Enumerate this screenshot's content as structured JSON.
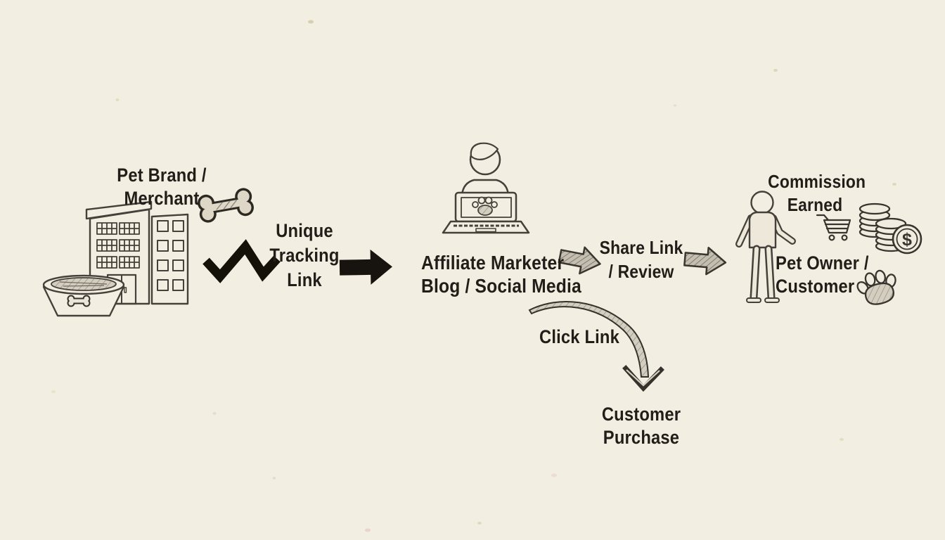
{
  "palette": {
    "background": "#f2eee2",
    "ink_text": "#211e19",
    "sketch_line": "#45413a",
    "black_arrow": "#17140f",
    "gray_arrow_fill": "#c4beb1",
    "hatch_line": "#6f6a5f"
  },
  "diagram": {
    "merchant": {
      "label": "Pet Brand / Merchant"
    },
    "tracking_link": {
      "label": "Unique\nTracking\nLink"
    },
    "affiliate": {
      "label": "Affiliate Marketer\nBlog / Social Media"
    },
    "share": {
      "label": "Share Link\n/ Review"
    },
    "commission": {
      "label": "Commission\nEarned"
    },
    "customer": {
      "label": "Pet Owner /\nCustomer"
    },
    "click": {
      "label": "Click Link"
    },
    "purchase": {
      "label": "Customer Purchase"
    },
    "coin_symbol": "$",
    "icons": [
      "building-icon",
      "dog-bone-icon",
      "pet-bowl-icon",
      "laptop-person-icon",
      "paw-print-icon",
      "person-icon",
      "shopping-cart-icon",
      "coins-icon",
      "zigzag-connector",
      "black-arrow-icon",
      "gray-arrow-icon",
      "curved-arrow-icon"
    ]
  }
}
